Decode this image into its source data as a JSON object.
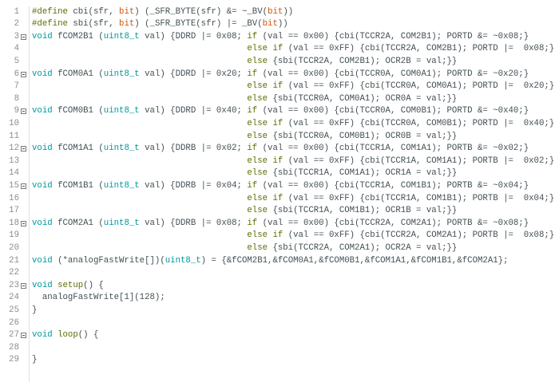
{
  "editor": {
    "lines": [
      {
        "n": "1",
        "fold": false,
        "text": "#define cbi(sfr, bit) (_SFR_BYTE(sfr) &= ~_BV(bit))"
      },
      {
        "n": "2",
        "fold": false,
        "text": "#define sbi(sfr, bit) (_SFR_BYTE(sfr) |= _BV(bit))"
      },
      {
        "n": "3",
        "fold": true,
        "text": "void fCOM2B1 (uint8_t val) {DDRD |= 0x08; if (val == 0x00) {cbi(TCCR2A, COM2B1); PORTD &= ~0x08;}"
      },
      {
        "n": "4",
        "fold": false,
        "text": "                                          else if (val == 0xFF) {cbi(TCCR2A, COM2B1); PORTD |=  0x08;}"
      },
      {
        "n": "5",
        "fold": false,
        "text": "                                          else {sbi(TCCR2A, COM2B1); OCR2B = val;}}"
      },
      {
        "n": "6",
        "fold": true,
        "text": "void fCOM0A1 (uint8_t val) {DDRD |= 0x20; if (val == 0x00) {cbi(TCCR0A, COM0A1); PORTD &= ~0x20;}"
      },
      {
        "n": "7",
        "fold": false,
        "text": "                                          else if (val == 0xFF) {cbi(TCCR0A, COM0A1); PORTD |=  0x20;}"
      },
      {
        "n": "8",
        "fold": false,
        "text": "                                          else {sbi(TCCR0A, COM0A1); OCR0A = val;}}"
      },
      {
        "n": "9",
        "fold": true,
        "text": "void fCOM0B1 (uint8_t val) {DDRD |= 0x40; if (val == 0x00) {cbi(TCCR0A, COM0B1); PORTD &= ~0x40;}"
      },
      {
        "n": "10",
        "fold": false,
        "text": "                                          else if (val == 0xFF) {cbi(TCCR0A, COM0B1); PORTD |=  0x40;}"
      },
      {
        "n": "11",
        "fold": false,
        "text": "                                          else {sbi(TCCR0A, COM0B1); OCR0B = val;}}"
      },
      {
        "n": "12",
        "fold": true,
        "text": "void fCOM1A1 (uint8_t val) {DDRB |= 0x02; if (val == 0x00) {cbi(TCCR1A, COM1A1); PORTB &= ~0x02;}"
      },
      {
        "n": "13",
        "fold": false,
        "text": "                                          else if (val == 0xFF) {cbi(TCCR1A, COM1A1); PORTB |=  0x02;}"
      },
      {
        "n": "14",
        "fold": false,
        "text": "                                          else {sbi(TCCR1A, COM1A1); OCR1A = val;}}"
      },
      {
        "n": "15",
        "fold": true,
        "text": "void fCOM1B1 (uint8_t val) {DDRB |= 0x04; if (val == 0x00) {cbi(TCCR1A, COM1B1); PORTB &= ~0x04;}"
      },
      {
        "n": "16",
        "fold": false,
        "text": "                                          else if (val == 0xFF) {cbi(TCCR1A, COM1B1); PORTB |=  0x04;}"
      },
      {
        "n": "17",
        "fold": false,
        "text": "                                          else {sbi(TCCR1A, COM1B1); OCR1B = val;}}"
      },
      {
        "n": "18",
        "fold": true,
        "text": "void fCOM2A1 (uint8_t val) {DDRB |= 0x08; if (val == 0x00) {cbi(TCCR2A, COM2A1); PORTB &= ~0x08;}"
      },
      {
        "n": "19",
        "fold": false,
        "text": "                                          else if (val == 0xFF) {cbi(TCCR2A, COM2A1); PORTB |=  0x08;}"
      },
      {
        "n": "20",
        "fold": false,
        "text": "                                          else {sbi(TCCR2A, COM2A1); OCR2A = val;}}"
      },
      {
        "n": "21",
        "fold": false,
        "text": "void (*analogFastWrite[])(uint8_t) = {&fCOM2B1,&fCOM0A1,&fCOM0B1,&fCOM1A1,&fCOM1B1,&fCOM2A1};"
      },
      {
        "n": "22",
        "fold": false,
        "text": ""
      },
      {
        "n": "23",
        "fold": true,
        "text": "void setup() {"
      },
      {
        "n": "24",
        "fold": false,
        "text": "  analogFastWrite[1](128);"
      },
      {
        "n": "25",
        "fold": false,
        "text": "}"
      },
      {
        "n": "26",
        "fold": false,
        "text": ""
      },
      {
        "n": "27",
        "fold": true,
        "text": "void loop() {"
      },
      {
        "n": "28",
        "fold": false,
        "text": ""
      },
      {
        "n": "29",
        "fold": false,
        "text": "}"
      }
    ]
  },
  "colors": {
    "keyword": "#00979c",
    "preprocessor": "#5e6d03",
    "parameter": "#d35400",
    "text": "#434f54",
    "line_number": "#8c8c8c",
    "background": "#ffffff"
  }
}
